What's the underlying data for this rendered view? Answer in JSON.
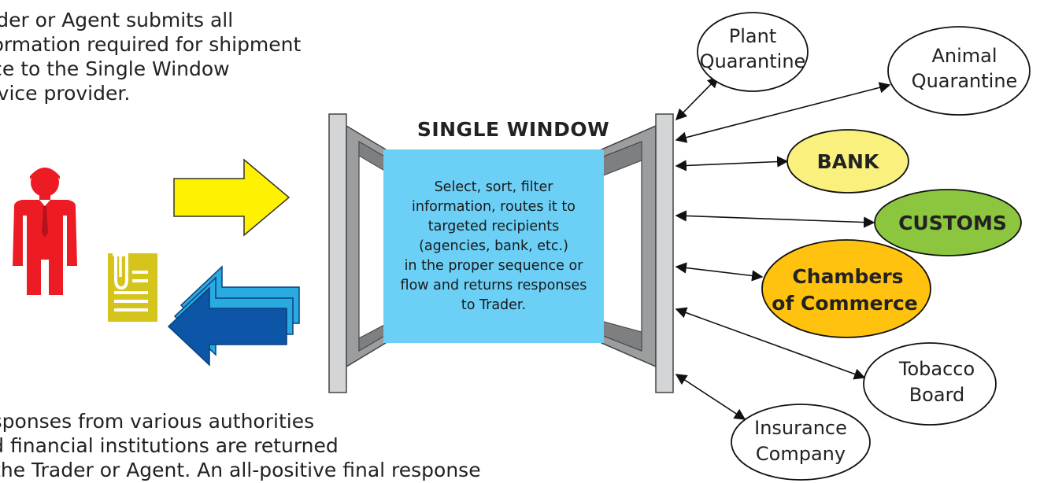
{
  "top_note": {
    "lines": [
      "Trader or Agent submits all",
      "information required for shipment",
      "once to the Single Window",
      "service provider."
    ]
  },
  "bottom_note": {
    "lines": [
      "Responses from various authorities",
      "and financial institutions are returned",
      "to the Trader or Agent. An all-positive final response"
    ]
  },
  "single_window": {
    "title": "SINGLE WINDOW",
    "description_lines": [
      "Select, sort, filter",
      "information, routes it to",
      "targeted recipients",
      "(agencies, bank, etc.)",
      "in the proper sequence or",
      "flow and returns responses",
      "to Trader."
    ]
  },
  "recipients": [
    {
      "id": "plant-quarantine",
      "lines": [
        "Plant",
        "Quarantine"
      ],
      "fill": "#ffffff",
      "bold": false
    },
    {
      "id": "animal-quarantine",
      "lines": [
        "Animal",
        "Quarantine"
      ],
      "fill": "#ffffff",
      "bold": false
    },
    {
      "id": "bank",
      "lines": [
        "BANK"
      ],
      "fill": "#f9f07d",
      "bold": true
    },
    {
      "id": "customs",
      "lines": [
        "CUSTOMS"
      ],
      "fill": "#8cc63f",
      "bold": true
    },
    {
      "id": "chambers-of-commerce",
      "lines": [
        "Chambers",
        "of Commerce"
      ],
      "fill": "#ffc20e",
      "bold": true
    },
    {
      "id": "tobacco-board",
      "lines": [
        "Tobacco",
        "Board"
      ],
      "fill": "#ffffff",
      "bold": false
    },
    {
      "id": "insurance-company",
      "lines": [
        "Insurance",
        "Company"
      ],
      "fill": "#ffffff",
      "bold": false
    }
  ],
  "colors": {
    "person": "#ed1c24",
    "document": "#d4c41c",
    "submit_arrow": "#fff200",
    "response_arrow_dark": "#0d55a6",
    "response_arrow_light": "#29abe2",
    "window_frame": "#c8cacc",
    "window_box": "#6ccff6"
  }
}
